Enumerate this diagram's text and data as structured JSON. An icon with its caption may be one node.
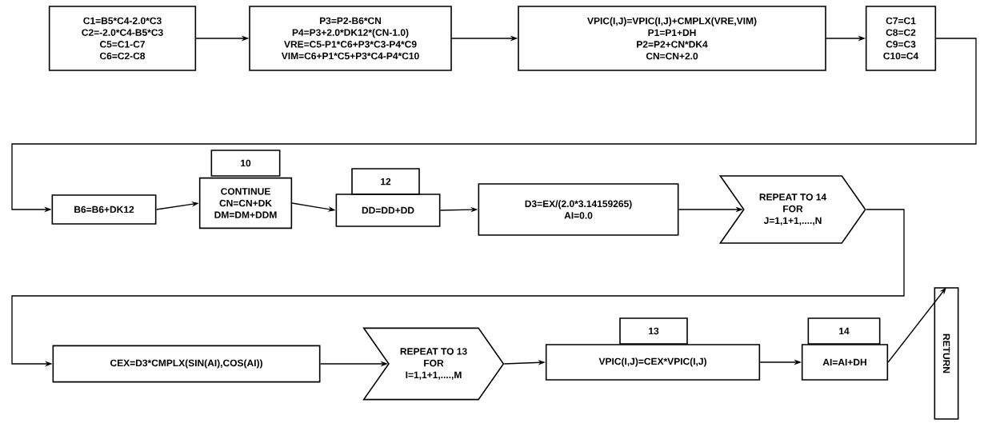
{
  "diagram": {
    "nodes": [
      {
        "text": [
          "C1=B5*C4-2.0*C3",
          "C2=-2.0*C4-B5*C3",
          "C5=C1-C7",
          "C6=C2-C8"
        ]
      },
      {
        "text": [
          "P3=P2-B6*CN",
          "P4=P3+2.0*DK12*(CN-1.0)",
          "VRE=C5-P1*C6+P3*C3-P4*C9",
          "VIM=C6+P1*C5+P3*C4-P4*C10"
        ]
      },
      {
        "text": [
          "VPIC(I,J)=VPIC(I,J)+CMPLX(VRE,VIM)",
          "P1=P1+DH",
          "P2=P2+CN*DK4",
          "CN=CN+2.0"
        ]
      },
      {
        "text": [
          "C7=C1",
          "C8=C2",
          "C9=C3",
          "C10=C4"
        ]
      },
      {
        "text": [
          "B6=B6+DK12"
        ]
      },
      {
        "text": [
          "10"
        ]
      },
      {
        "text": [
          "CONTINUE",
          "CN=CN+DK",
          "DM=DM+DDM"
        ]
      },
      {
        "text": [
          "12"
        ]
      },
      {
        "text": [
          "DD=DD+DD"
        ]
      },
      {
        "text": [
          "D3=EX/(2.0*3.14159265)",
          "AI=0.0"
        ]
      },
      {
        "text": [
          "REPEAT TO 14",
          "FOR",
          "J=1,1+1,....,N"
        ]
      },
      {
        "text": [
          "CEX=D3*CMPLX(SIN(AI),COS(AI))"
        ]
      },
      {
        "text": [
          "REPEAT TO 13",
          "FOR",
          "I=1,1+1,....,M"
        ]
      },
      {
        "text": [
          "13"
        ]
      },
      {
        "text": [
          "VPIC(I,J)=CEX*VPIC(I,J)"
        ]
      },
      {
        "text": [
          "14"
        ]
      },
      {
        "text": [
          "AI=AI+DH"
        ]
      },
      {
        "text": [
          "RETURN"
        ]
      }
    ],
    "edges": [
      {
        "from": 0,
        "to": 1,
        "arrow": "to"
      },
      {
        "from": 1,
        "to": 2,
        "arrow": "to"
      },
      {
        "from": 2,
        "to": 3,
        "arrow": "to"
      },
      {
        "from": 3,
        "to": 4,
        "arrow": "to"
      },
      {
        "from": 4,
        "to": 6,
        "arrow": "to"
      },
      {
        "from": 6,
        "to": 8,
        "arrow": "to"
      },
      {
        "from": 8,
        "to": 9,
        "arrow": "to"
      },
      {
        "from": 9,
        "to": 10,
        "arrow": "to"
      },
      {
        "from": 10,
        "to": 11,
        "arrow": "to"
      },
      {
        "from": 11,
        "to": 12,
        "arrow": "to"
      },
      {
        "from": 12,
        "to": 14,
        "arrow": "to"
      },
      {
        "from": 14,
        "to": 16,
        "arrow": "to"
      },
      {
        "from": 16,
        "to": 17,
        "arrow": "to"
      }
    ]
  }
}
